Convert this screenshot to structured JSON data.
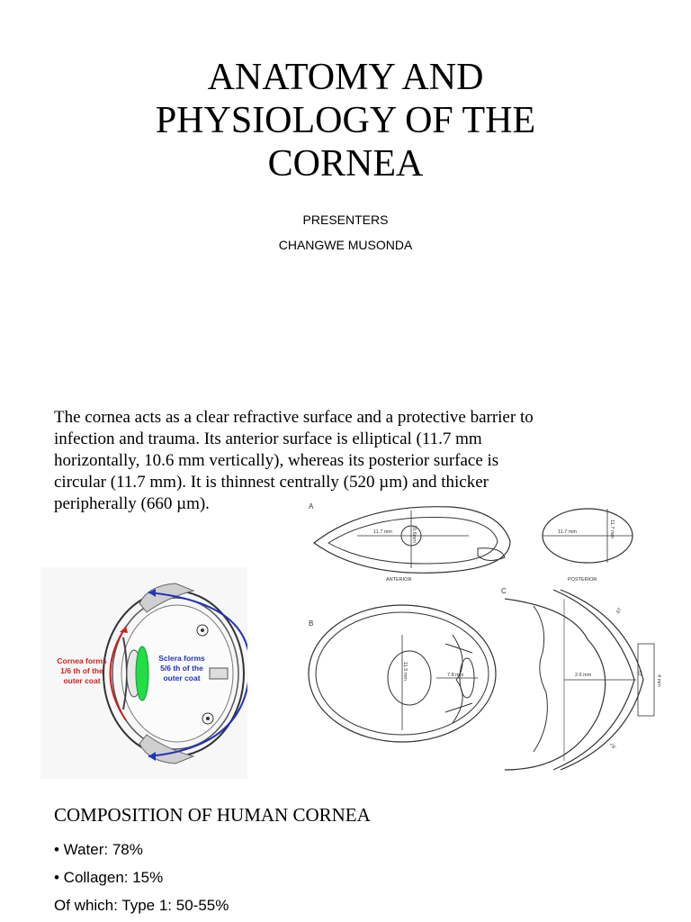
{
  "title": {
    "line1": "ANATOMY AND",
    "line2": "PHYSIOLOGY OF THE",
    "line3": "CORNEA"
  },
  "presenters": {
    "heading": "PRESENTERS",
    "name": "CHANGWE MUSONDA"
  },
  "intro": {
    "line1": "The cornea acts as a clear refractive surface and a protective barrier to",
    "line2": "infection and trauma. Its anterior surface is elliptical (11.7 mm",
    "line3": "horizontally, 10.6 mm vertically), whereas its posterior surface is",
    "line4": "circular (11.7 mm). It is thinnest centrally (520 µm) and thicker",
    "line5": "peripherally (660 µm)."
  },
  "figure_left": {
    "cornea_label_1": "Cornea forms",
    "cornea_label_2": "1/6 th of the",
    "cornea_label_3": "outer coat",
    "sclera_label_1": "Sclera forms",
    "sclera_label_2": "5/6 th of the",
    "sclera_label_3": "outer coat",
    "cornea_color": "#22dd44",
    "cornea_text_color": "#cc2222",
    "sclera_text_color": "#2233bb"
  },
  "figure_right": {
    "panel_a": "A",
    "panel_b": "B",
    "panel_c": "C",
    "anterior_label": "ANTERIOR",
    "posterior_label": "POSTERIOR",
    "a_horizontal": "11.7 mm",
    "a_vertical": "10.6mm",
    "a_post_horizontal": "11.7 mm",
    "a_post_vertical": "11.7 mm",
    "b_vertical": "11.5 mm",
    "b_horizontal": "7.8 mm",
    "c_depth": "2.6 mm",
    "c_thick_top": ".67",
    "c_thick_center": ".52",
    "c_thick_bottom": ".67",
    "c_side": "4 mm"
  },
  "composition": {
    "heading": "COMPOSITION OF HUMAN CORNEA",
    "water": "• Water: 78%",
    "collagen": "• Collagen: 15%",
    "type1": "Of which: Type 1: 50-55%"
  }
}
